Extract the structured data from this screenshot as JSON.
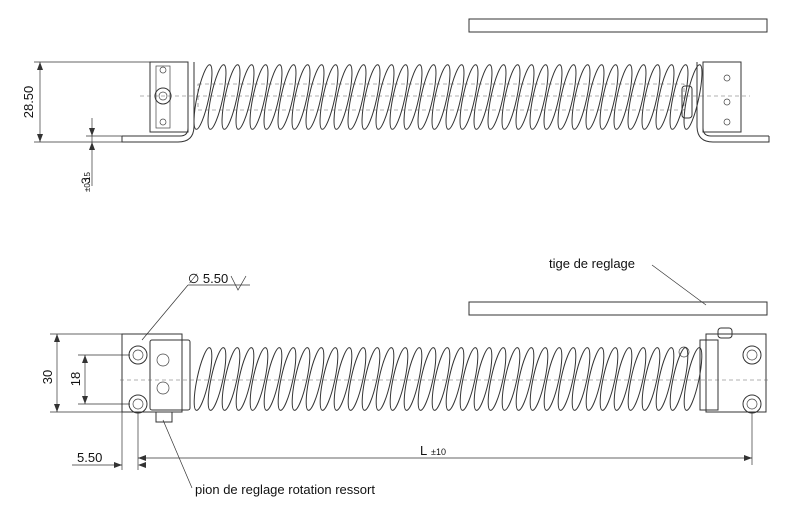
{
  "drawing": {
    "top_view": {
      "height_dim": "28.50",
      "thickness_dim": "3",
      "thickness_tol": "±0.15"
    },
    "front_view": {
      "hole_callout": "∅ 5.50",
      "height_dim": "30",
      "hole_spacing_dim": "18",
      "edge_offset_dim": "5.50",
      "length_dim": "L",
      "length_tol": "±10",
      "label_rod": "tige de reglage",
      "label_pin": "pion de reglage rotation ressort"
    }
  }
}
